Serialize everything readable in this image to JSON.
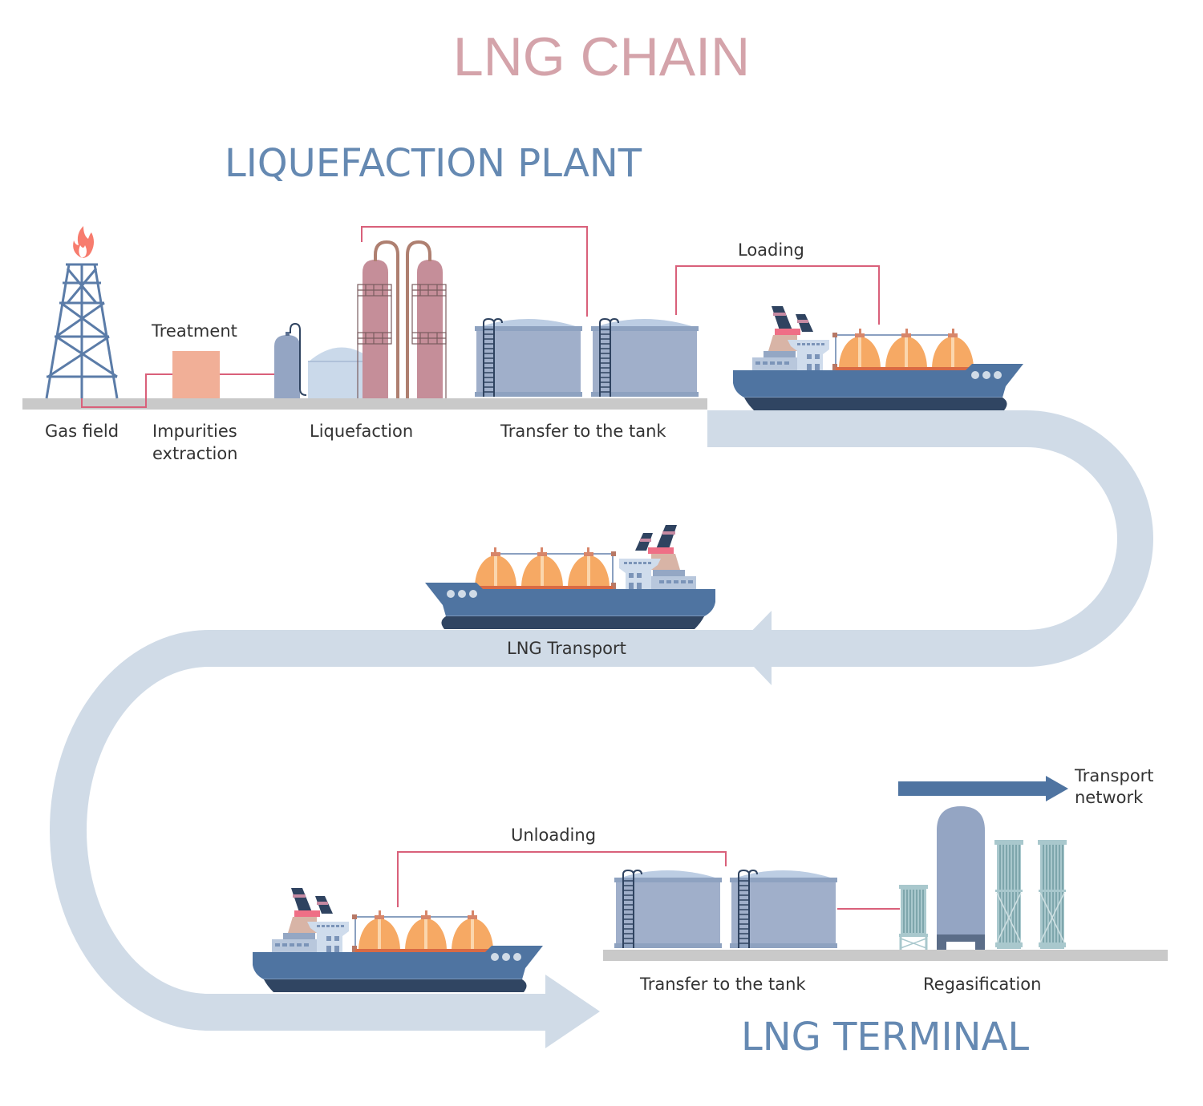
{
  "title": "LNG CHAIN",
  "sections": {
    "liquefaction_plant": "LIQUEFACTION PLANT",
    "lng_terminal": "LNG TERMINAL"
  },
  "labels": {
    "gas_field": "Gas field",
    "treatment": "Treatment",
    "impurities_line1": "Impurities",
    "impurities_line2": "extraction",
    "liquefaction": "Liquefaction",
    "transfer_plant": "Transfer to the tank",
    "loading": "Loading",
    "lng_transport": "LNG Transport",
    "unloading": "Unloading",
    "transfer_terminal": "Transfer to the tank",
    "regasification": "Regasification",
    "transport_network_line1": "Transport",
    "transport_network_line2": "network"
  },
  "colors": {
    "title": "#d4a3aa",
    "section": "#6589b2",
    "flow_arrow": "#d0dbe7",
    "pipe": "#d9607a",
    "ground": "#c9c9c9",
    "tank": "#a0afca",
    "tank_roof": "#bccde3",
    "hull": "#4f74a1",
    "hull_bottom": "#304562",
    "lng_sphere": "#f6a964",
    "column": "#c58e99",
    "treatment": "#f1af97",
    "network_arrow": "#4f74a1",
    "text": "#333333"
  }
}
